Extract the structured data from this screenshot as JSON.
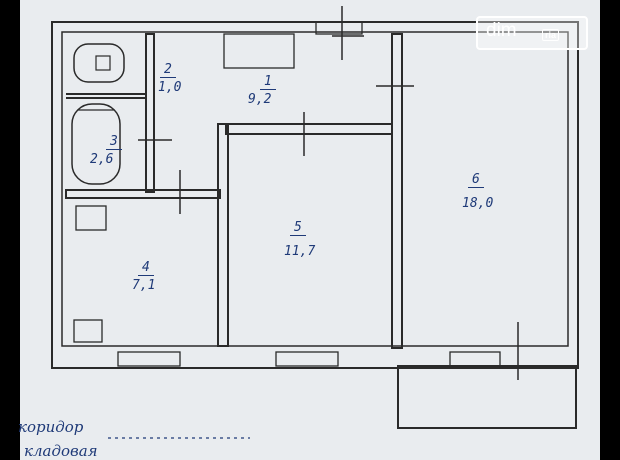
{
  "watermark": {
    "main": "dim",
    "sub": "ria"
  },
  "rooms": [
    {
      "number": "1",
      "area": "9,2"
    },
    {
      "number": "2",
      "area": "1,0"
    },
    {
      "number": "3",
      "area": "2,6"
    },
    {
      "number": "4",
      "area": "7,1"
    },
    {
      "number": "5",
      "area": "11,7"
    },
    {
      "number": "6",
      "area": "18,0"
    }
  ],
  "notes": {
    "line1": "коридор",
    "line2": "кладовая"
  },
  "colors": {
    "ink": "#1f3a78",
    "wall": "#2a2a2a",
    "paper": "#e9ecef"
  }
}
